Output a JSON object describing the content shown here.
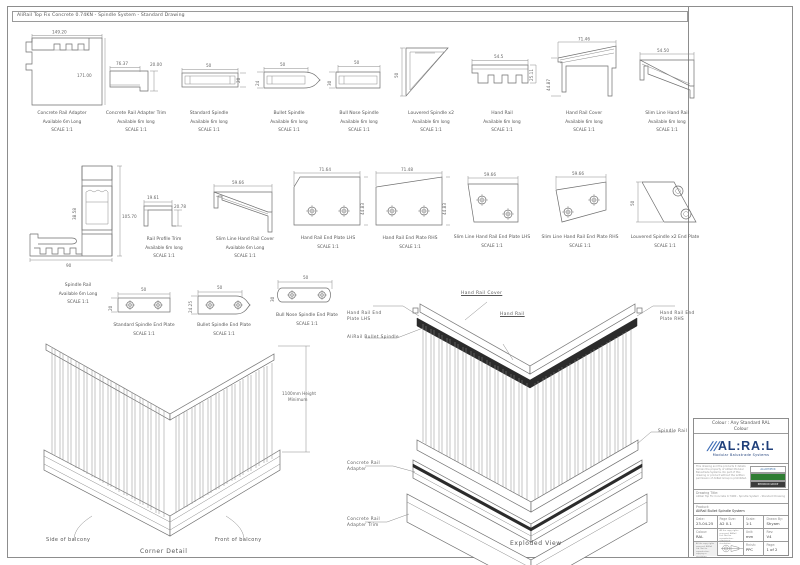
{
  "titlebar": {
    "text": "AliRail Top Fix Concrete 0.74KN - Spindle System - Standard Drawing"
  },
  "common": {
    "available": "Available 6m long",
    "available_cap": "Available 6m Long"
  },
  "parts_row1": [
    {
      "name": "Concrete Rail Adapter",
      "avail": "Available 6m Long",
      "scale": "SCALE 1:1",
      "dims": [
        "149.20",
        "171.00"
      ]
    },
    {
      "name": "Concrete Rail Adapter Trim",
      "avail": "Available 6m long",
      "scale": "SCALE 1:1",
      "dims": [
        "76.37",
        "20.00"
      ]
    },
    {
      "name": "Standard Spindle",
      "avail": "Available 6m long",
      "scale": "SCALE 1:1",
      "dims": [
        "50",
        "20"
      ]
    },
    {
      "name": "Bullet Spindle",
      "avail": "Available 6m long",
      "scale": "SCALE 1:1",
      "dims": [
        "50",
        "24"
      ]
    },
    {
      "name": "Bull Nose Spindle",
      "avail": "Available 6m long",
      "scale": "SCALE 1:1",
      "dims": [
        "50",
        "30"
      ]
    },
    {
      "name": "Louvered Spindle x2",
      "avail": "Available 6m long",
      "scale": "SCALE 1:1",
      "dims": [
        "50"
      ]
    },
    {
      "name": "Hand Rail",
      "avail": "Available 6m long",
      "scale": "SCALE 1:1",
      "dims": [
        "54.5",
        "25.11"
      ]
    },
    {
      "name": "Hand Rail Cover",
      "avail": "Available 6m long",
      "scale": "SCALE 1:1",
      "dims": [
        "71.46",
        "44.87"
      ]
    },
    {
      "name": "Slim Line Hand Rail",
      "avail": "Available 6m long",
      "scale": "SCALE 1:1",
      "dims": [
        "54.50"
      ]
    }
  ],
  "parts_row2": [
    {
      "name": "Spindle Rail",
      "avail": "Available 6m Long",
      "scale": "SCALE 1:1",
      "dims": [
        "105.70",
        "90",
        "38.58"
      ]
    },
    {
      "name": "Rail Profile Trim",
      "avail": "Available 6m long",
      "scale": "SCALE 1:1",
      "dims": [
        "19.61",
        "20.78"
      ]
    },
    {
      "name": "Slim Line Hand Rail Cover",
      "avail": "Available 6m Long",
      "scale": "SCALE 1:1",
      "dims": [
        "59.66"
      ]
    },
    {
      "name": "Hand Rail End Plate LHS",
      "avail": "",
      "scale": "SCALE 1:1",
      "dims": [
        "71.64",
        "44.83"
      ]
    },
    {
      "name": "Hand Rail End Plate RHS",
      "avail": "",
      "scale": "SCALE 1:1",
      "dims": [
        "71.48",
        "44.83"
      ]
    },
    {
      "name": "Slim Line Hand Rail End Plate LHS",
      "avail": "",
      "scale": "SCALE 1:1",
      "dims": [
        "59.66"
      ]
    },
    {
      "name": "Slim Line Hand Rail End Plate RHS",
      "avail": "",
      "scale": "SCALE 1:1",
      "dims": [
        "59.66"
      ]
    },
    {
      "name": "Louvered Spindle x2 End Plate",
      "avail": "",
      "scale": "SCALE 1:1",
      "dims": [
        "50"
      ]
    }
  ],
  "parts_row3": [
    {
      "name": "Standard Spindle End Plate",
      "scale": "SCALE 1:1",
      "dims": [
        "50",
        "20"
      ]
    },
    {
      "name": "Bullet Spindle End Plate",
      "scale": "SCALE 1:1",
      "dims": [
        "50",
        "24.25"
      ]
    },
    {
      "name": "Bull Nose Spindle End Plate",
      "scale": "SCALE 1:1",
      "dims": [
        "50",
        "30"
      ]
    }
  ],
  "corner_view": {
    "title": "Corner Detail",
    "left_label": "Side of balcony",
    "right_label": "Front of balcony",
    "height_note": "1100mm Height\nMinimum",
    "height_note_l1": "1100mm Height",
    "height_note_l2": "Minimum"
  },
  "exploded_view": {
    "title": "Exploded View",
    "callouts": [
      "Hand Rail Cover",
      "Hand Rail",
      "Hand Rail End Plate LHS",
      "Hand Rail End Plate RHS",
      "AliRail Bullet Spindle",
      "Spindle Rail",
      "Concrete Rail Adapter",
      "Concrete Rail Adapter Trim"
    ],
    "callout_lhs_l1": "Hand Rail End",
    "callout_lhs_l2": "Plate LHS",
    "callout_rhs_l1": "Hand Rail End",
    "callout_rhs_l2": "Plate RHS",
    "callout_adapter_l1": "Concrete Rail",
    "callout_adapter_l2": "Adapter",
    "callout_trim_l1": "Concrete Rail",
    "callout_trim_l2": "Adapter Trim"
  },
  "title_block": {
    "colour_l1": "Colour : Any Standard RAL",
    "colour_l2": "Colour",
    "logo": "AL:RA:L",
    "logo_sub": "Modular Balustrade Systems",
    "legal": "This drawing and the products it details remain the property of AliRail Modular Balustrade Systems. No part of this drawing or product without the written permission of AliRail Group is prohibited.",
    "cert1": "ALLOYDECK",
    "cert2": "REDWOOD GROUP",
    "drawing_title_label": "Drawing Title:",
    "drawing_title_value": "AliRail Top Fix Concrete 0.74KN - Spindle System - Standard Drawing",
    "product_label": "Product:",
    "product_value": "AliRail Bullet Spindle System",
    "date_label": "Date:",
    "date_value": "23-04-25",
    "page_size_label": "Page Size:",
    "page_size_value": "A2 0.1",
    "scale_label": "Scale:",
    "scale_value": "1:1",
    "drawn_label": "Drawn By:",
    "drawn_value": "Shyam",
    "colour_label": "Colour:",
    "colour_value": "RAL",
    "unit_label": "Unit:",
    "unit_value": "mm",
    "rev_label": "Rev:",
    "rev_value": "V4",
    "finish_label": "Finish:",
    "finish_value": "PPC",
    "page_label": "Page:",
    "page_value": "1 of 2",
    "warn": "All the copy rights reserved. AliRail Ltd. Not for reproduction, copying or circulation."
  },
  "colors": {
    "line": "#6f6f6f",
    "text": "#555555",
    "brand": "#1f3f7a"
  }
}
